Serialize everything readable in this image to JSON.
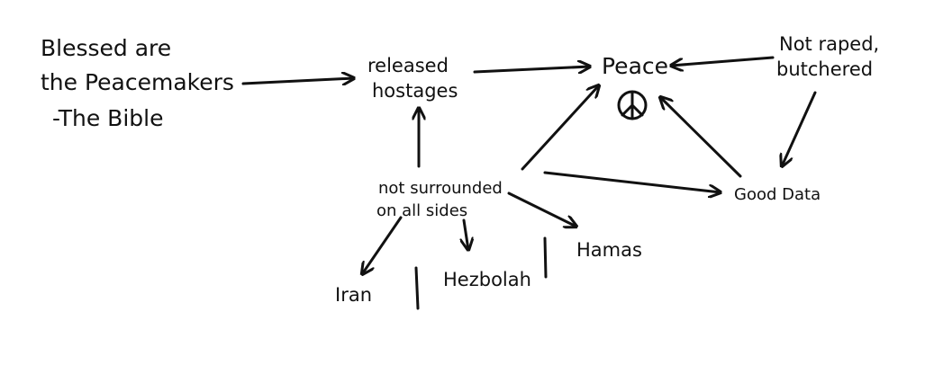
{
  "nodes": {
    "bible_quote": [
      "Blessed are",
      "the Peacemakers",
      "-The Bible"
    ],
    "released_hostages": [
      "released",
      "hostages"
    ],
    "peace": "Peace",
    "peace_symbol": "peace-symbol-icon",
    "not_raped": [
      "Not raped,",
      "butchered"
    ],
    "not_surrounded": [
      "not surrounded",
      "on all sides"
    ],
    "good_data": "Good Data",
    "iran": "Iran",
    "hezbolah": "Hezbolah",
    "hamas": "Hamas"
  },
  "edges": [
    [
      "bible_quote",
      "released_hostages"
    ],
    [
      "released_hostages",
      "peace"
    ],
    [
      "not_raped",
      "peace"
    ],
    [
      "not_raped",
      "good_data"
    ],
    [
      "good_data",
      "peace"
    ],
    [
      "not_surrounded",
      "peace"
    ],
    [
      "not_surrounded",
      "released_hostages"
    ],
    [
      "not_surrounded",
      "good_data"
    ],
    [
      "not_surrounded",
      "iran"
    ],
    [
      "not_surrounded",
      "hezbolah"
    ],
    [
      "not_surrounded",
      "hamas"
    ]
  ]
}
